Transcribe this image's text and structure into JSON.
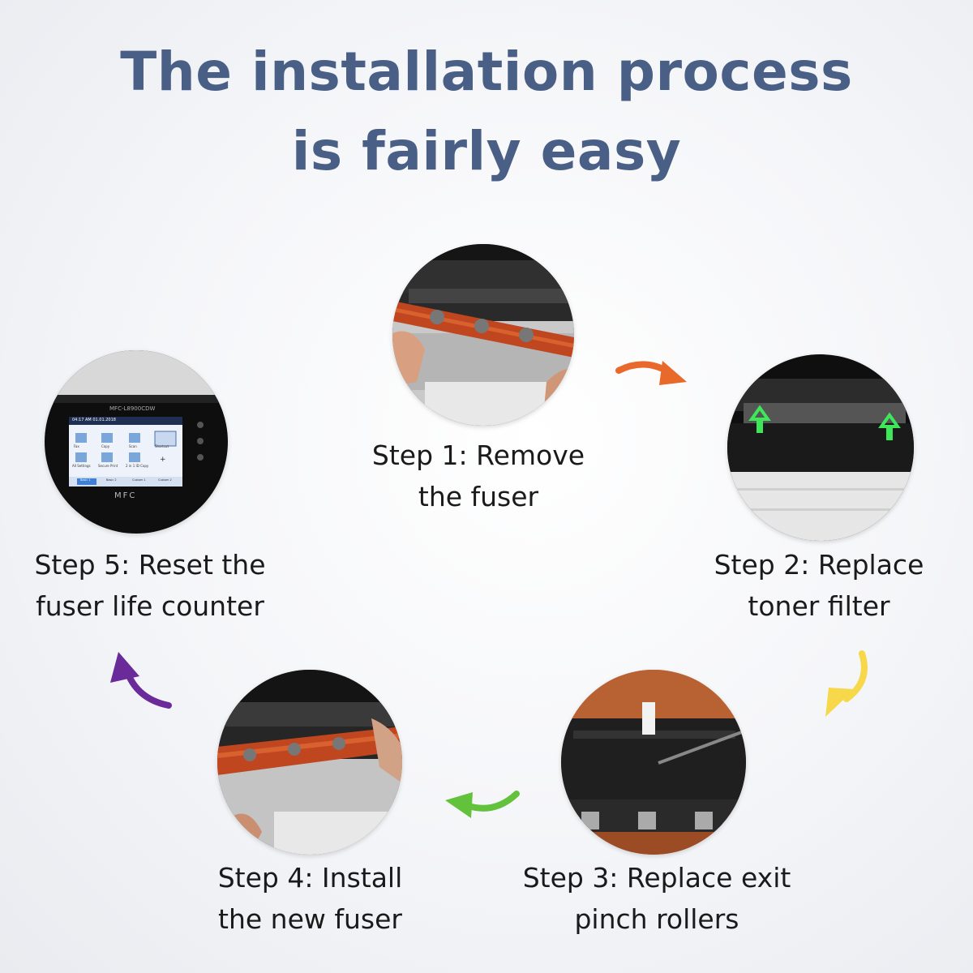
{
  "header": {
    "title_line1": "The installation process",
    "title_line2": "is fairly easy"
  },
  "steps": [
    {
      "line1": "Step 1: Remove",
      "line2": "the fuser"
    },
    {
      "line1": "Step 2: Replace",
      "line2": "toner filter"
    },
    {
      "line1": "Step 3: Replace exit",
      "line2": "pinch rollers"
    },
    {
      "line1": "Step 4: Install",
      "line2": "the new fuser"
    },
    {
      "line1": "Step 5: Reset the",
      "line2": "fuser life counter"
    }
  ],
  "printer_screen": {
    "model": "MFC-L8900CDW",
    "status_time": "04:17 AM  01.01.2018",
    "tiles": [
      "Fax",
      "Copy",
      "Scan",
      "Shortcut",
      "All Settings",
      "Secure Print",
      "2 in 1 ID Copy",
      "+"
    ],
    "tabs": [
      "Basic 1",
      "Basic 2",
      "Custom 1",
      "Custom 2"
    ],
    "brand": "MFC"
  },
  "colors": {
    "title": "#4a5f85",
    "arrow_step1_to_2": "#e8692a",
    "arrow_step2_to_3": "#f7d84a",
    "arrow_step3_to_4": "#63c23c",
    "arrow_step4_to_5": "#6a2a9a"
  }
}
